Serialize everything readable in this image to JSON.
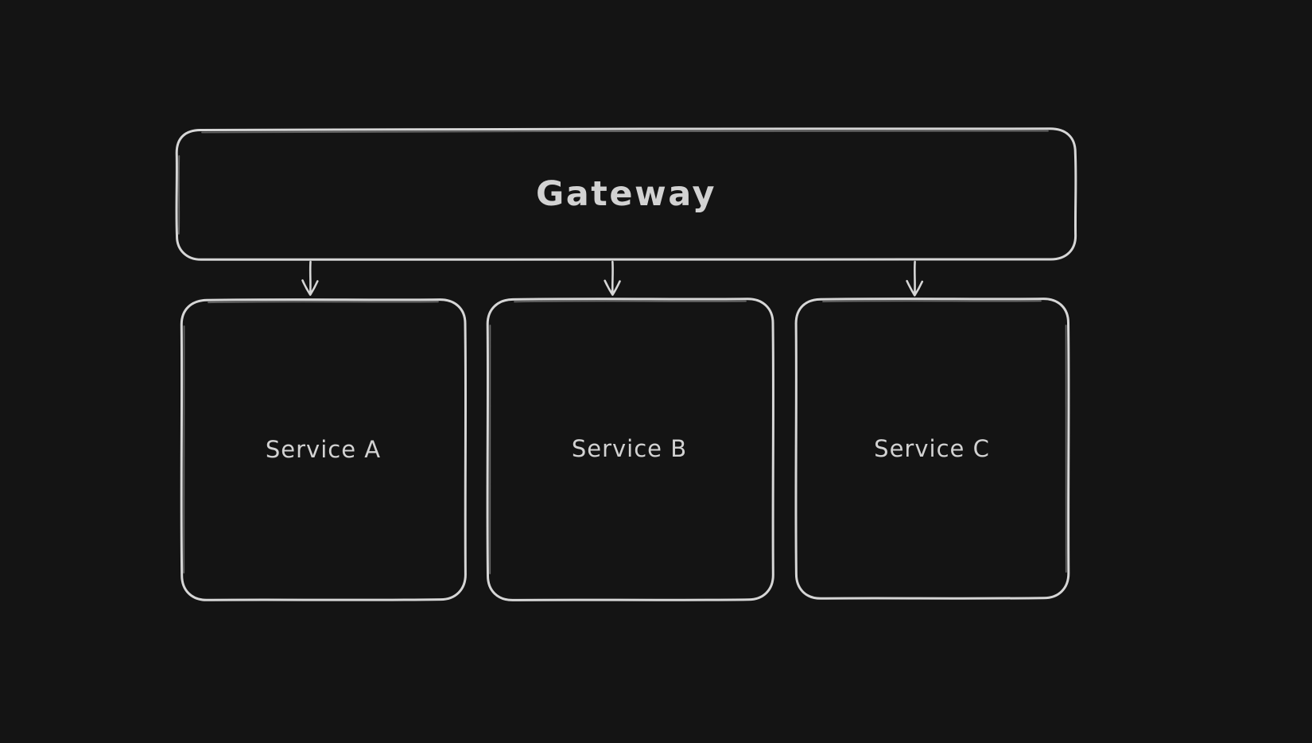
{
  "canvas": {
    "background_color": "#141414",
    "stroke_color": "#d6d6d6",
    "text_color": "#d2d2d2",
    "style": "hand-drawn-whiteboard"
  },
  "diagram": {
    "nodes": [
      {
        "id": "gateway",
        "type": "rectangle",
        "label": "Gateway"
      },
      {
        "id": "service-a",
        "type": "rectangle",
        "label": "Service A"
      },
      {
        "id": "service-b",
        "type": "rectangle",
        "label": "Service B"
      },
      {
        "id": "service-c",
        "type": "rectangle",
        "label": "Service C"
      }
    ],
    "edges": [
      {
        "from": "gateway",
        "to": "service-a",
        "style": "arrow-down"
      },
      {
        "from": "gateway",
        "to": "service-b",
        "style": "arrow-down"
      },
      {
        "from": "gateway",
        "to": "service-c",
        "style": "arrow-down"
      }
    ]
  }
}
